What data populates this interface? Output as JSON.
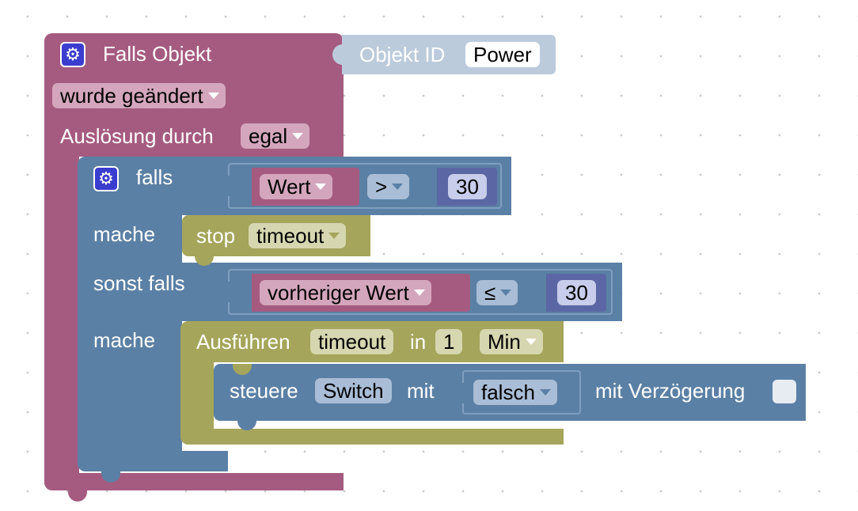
{
  "colors": {
    "event_block": "#a55b80",
    "event_dropdown": "#d4a6bd",
    "logic_block": "#5b80a5",
    "logic_light": "#a9bdd6",
    "value_block": "#5b67a5",
    "value_field": "#c7cdea",
    "timer_block": "#a5a55b",
    "timer_field": "#d6d6b0",
    "objectid_block": "#bccbdc",
    "gear": "#3b3dce"
  },
  "event_block": {
    "title": "Falls Objekt",
    "trigger": "wurde geändert",
    "source_label": "Auslösung durch",
    "source_value": "egal",
    "objekt_id_label": "Objekt ID",
    "objekt_id_value": "Power"
  },
  "if_block": {
    "if_label": "falls",
    "do_label_1": "mache",
    "elseif_label": "sonst falls",
    "do_label_2": "mache",
    "cond1": {
      "var": "Wert",
      "op": ">",
      "num": "30"
    },
    "cond2": {
      "var": "vorheriger Wert",
      "op": "≤",
      "num": "30"
    }
  },
  "stop_block": {
    "label": "stop",
    "timer": "timeout"
  },
  "run_block": {
    "label": "Ausführen",
    "timer": "timeout",
    "in_label": "in",
    "amount": "1",
    "unit": "Min"
  },
  "control_block": {
    "label": "steuere",
    "object": "Switch",
    "with_label": "mit",
    "value": "falsch",
    "delay_label": "mit Verzögerung"
  },
  "icons": {
    "gear": "gear-icon",
    "dropdown": "chevron-down-icon"
  }
}
